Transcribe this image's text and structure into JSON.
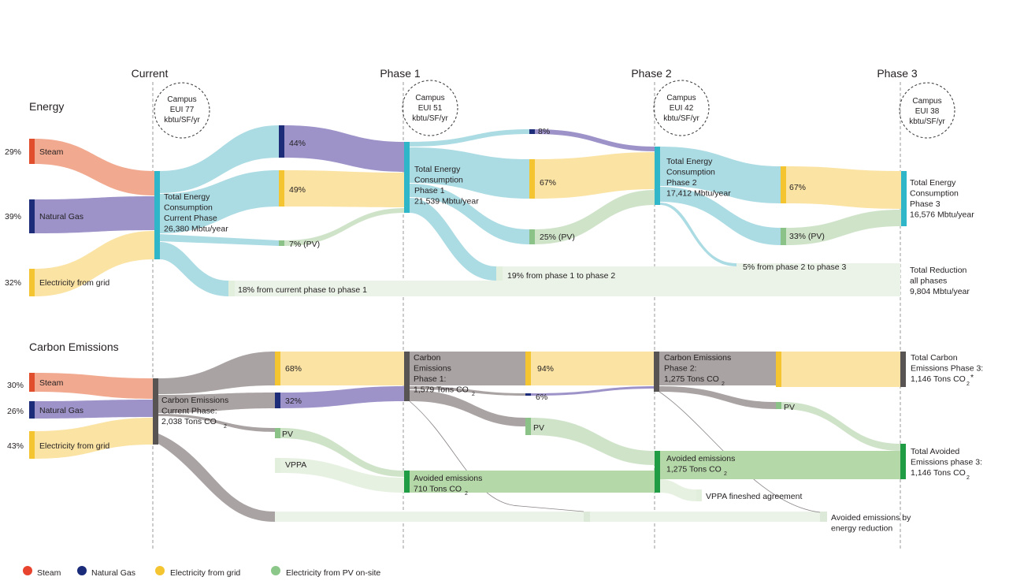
{
  "phases": [
    "Current",
    "Phase 1",
    "Phase 2",
    "Phase 3"
  ],
  "eui_badges": [
    {
      "lines": [
        "Campus",
        "EUI 77",
        "kbtu/SF/yr"
      ]
    },
    {
      "lines": [
        "Campus",
        "EUI 51",
        "kbtu/SF/yr"
      ]
    },
    {
      "lines": [
        "Campus",
        "EUI 42",
        "kbtu/SF/yr"
      ]
    },
    {
      "lines": [
        "Campus",
        "EUI 38",
        "kbtu/SF/yr"
      ]
    }
  ],
  "energy": {
    "title": "Energy",
    "sources": [
      {
        "pct": "29%",
        "label": "Steam"
      },
      {
        "pct": "39%",
        "label": "Natural Gas"
      },
      {
        "pct": "32%",
        "label": "Electricity from grid"
      }
    ],
    "totals": [
      {
        "lines": [
          "Total Energy",
          "Consumption",
          "Current Phase",
          " 26,380 Mbtu/year"
        ]
      },
      {
        "lines": [
          "Total Energy",
          "Consumption",
          "Phase 1",
          "21,539 Mbtu/year"
        ]
      },
      {
        "lines": [
          "Total Energy",
          "Consumption",
          "Phase 2",
          "17,412 Mbtu/year"
        ]
      },
      {
        "lines": [
          "Total Energy",
          "Consumption",
          "Phase 3",
          "16,576 Mbtu/year"
        ]
      }
    ],
    "phase1_mix": [
      "44%",
      "49%",
      "7% (PV)"
    ],
    "phase2_mix": [
      "8%",
      "67%",
      "25% (PV)"
    ],
    "phase3_mix": [
      "67%",
      "33% (PV)"
    ],
    "reductions": [
      "18% from current phase to phase 1",
      "19% from phase 1 to phase 2",
      "5% from phase 2 to phase 3"
    ],
    "total_reduction": [
      "Total Reduction",
      "all phases",
      "9,804 Mbtu/year"
    ]
  },
  "carbon": {
    "title": "Carbon Emissions",
    "sources": [
      {
        "pct": "30%",
        "label": "Steam"
      },
      {
        "pct": "26%",
        "label": "Natural Gas"
      },
      {
        "pct": "43%",
        "label": "Electricity from grid"
      }
    ],
    "totals": [
      {
        "lines": [
          "Carbon Emissions",
          "Current Phase:",
          "2,038 Tons CO"
        ],
        "sub": "2"
      },
      {
        "lines": [
          "Carbon",
          "Emissions",
          "Phase 1:",
          "1,579 Tons CO"
        ],
        "sub": "2"
      },
      {
        "lines": [
          "Carbon Emissions",
          "Phase 2:",
          "1,275 Tons CO"
        ],
        "sub": "2"
      },
      {
        "lines": [
          "Total Carbon",
          "Emissions Phase 3:",
          "1,146 Tons CO"
        ],
        "sub": "2",
        "mark": "*"
      }
    ],
    "phase1_mix": [
      "68%",
      "32%",
      "PV",
      "VPPA"
    ],
    "phase2_mix": [
      "94%",
      "6%",
      "PV"
    ],
    "phase3_mix": [
      "PV"
    ],
    "avoided": [
      {
        "lines": [
          "Avoided emissions",
          "710 Tons CO"
        ],
        "sub": "2"
      },
      {
        "lines": [
          "Avoided emissions",
          "1,275 Tons CO"
        ],
        "sub": "2"
      },
      {
        "lines": [
          "Total Avoided",
          "Emissions  phase 3:",
          "1,146 Tons CO"
        ],
        "sub": "2"
      }
    ],
    "vppa_finished": "VPPA fineshed agreement",
    "avoided_reduction": [
      "Avoided emissions by",
      "energy reduction"
    ]
  },
  "legend": [
    {
      "label": "Steam",
      "color": "#e8432d"
    },
    {
      "label": "Natural Gas",
      "color": "#1a2b7a"
    },
    {
      "label": "Electricity from grid",
      "color": "#f5c431"
    },
    {
      "label": "Electricity from PV on-site",
      "color": "#8cc78a"
    }
  ],
  "colors": {
    "steam_flow": "#f1a98f",
    "steam_node": "#e04e2e",
    "gas_flow": "#9d93c9",
    "gas_node": "#1d2c78",
    "grid_flow": "#fbe3a4",
    "grid_node": "#f4c531",
    "total_flow": "#abdbe3",
    "total_node": "#2fb6c9",
    "pv_flow": "#cfe3c9",
    "pv_node": "#8ac287",
    "reduction": "#ebf3e8",
    "carbon_flow": "#aaa3a3",
    "carbon_node": "#595454",
    "avoided_flow": "#b5d8a9",
    "avoided_node": "#1f9c44"
  }
}
